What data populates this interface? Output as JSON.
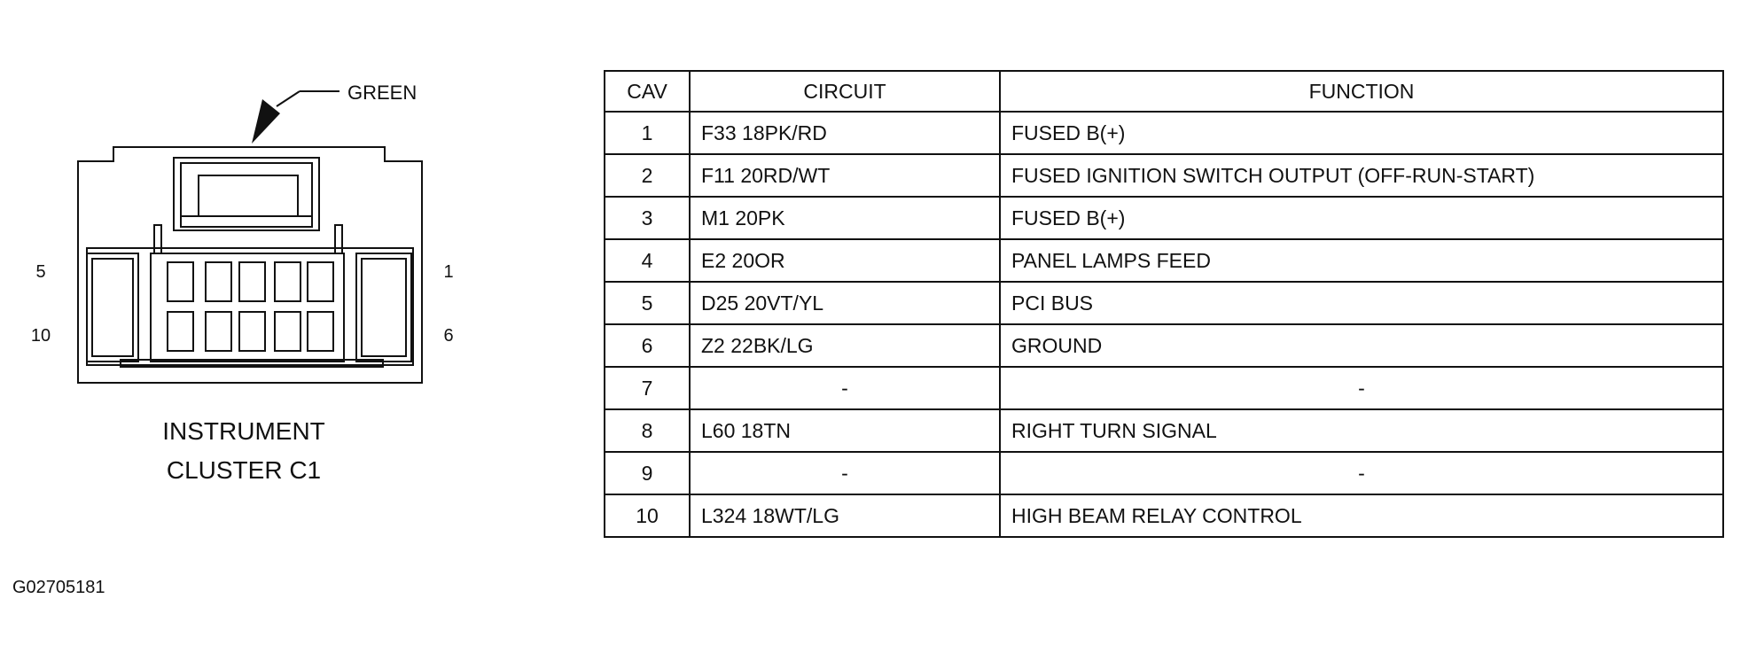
{
  "connector": {
    "color_callout": "GREEN",
    "name_line1": "INSTRUMENT",
    "name_line2": "CLUSTER C1",
    "pin_labels": {
      "top_left": "5",
      "bottom_left": "10",
      "top_right": "1",
      "bottom_right": "6"
    }
  },
  "table": {
    "headers": [
      "CAV",
      "CIRCUIT",
      "FUNCTION"
    ],
    "rows": [
      {
        "cav": "1",
        "circuit": "F33 18PK/RD",
        "function": "FUSED B(+)"
      },
      {
        "cav": "2",
        "circuit": "F11 20RD/WT",
        "function": "FUSED IGNITION SWITCH OUTPUT (OFF-RUN-START)"
      },
      {
        "cav": "3",
        "circuit": "M1 20PK",
        "function": "FUSED B(+)"
      },
      {
        "cav": "4",
        "circuit": "E2 20OR",
        "function": "PANEL LAMPS FEED"
      },
      {
        "cav": "5",
        "circuit": "D25 20VT/YL",
        "function": "PCI BUS"
      },
      {
        "cav": "6",
        "circuit": "Z2 22BK/LG",
        "function": "GROUND"
      },
      {
        "cav": "7",
        "circuit": "-",
        "function": "-"
      },
      {
        "cav": "8",
        "circuit": "L60 18TN",
        "function": "RIGHT TURN SIGNAL"
      },
      {
        "cav": "9",
        "circuit": "-",
        "function": "-"
      },
      {
        "cav": "10",
        "circuit": "L324 18WT/LG",
        "function": "HIGH BEAM RELAY CONTROL"
      }
    ]
  },
  "figure_id": "G02705181"
}
